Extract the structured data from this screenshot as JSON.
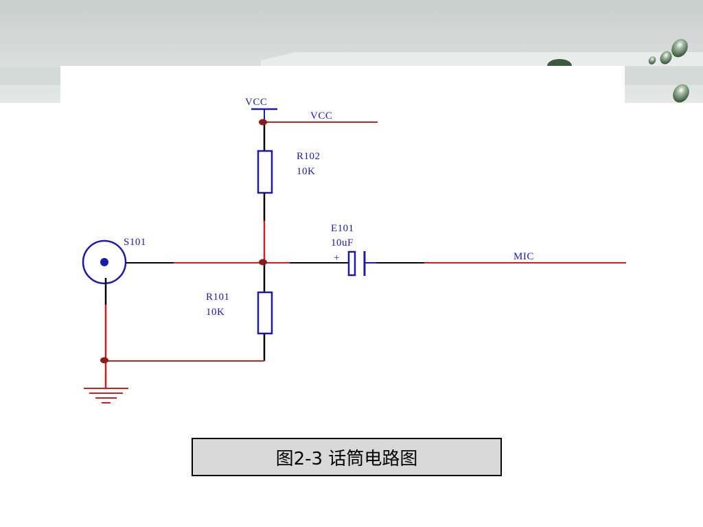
{
  "diagram": {
    "title": "",
    "components": {
      "vcc_symbol": "VCC",
      "vcc_net": "VCC",
      "r102_ref": "R102",
      "r102_value": "10K",
      "e101_ref": "E101",
      "e101_value": "10uF",
      "e101_polarity": "+",
      "s101_ref": "S101",
      "r101_ref": "R101",
      "r101_value": "10K",
      "mic_net": "MIC"
    },
    "colors": {
      "wire_red": "#cc1f1f",
      "wire_black": "#000000",
      "component_blue": "#1a1aaa",
      "junction": "#8b1a1a"
    }
  },
  "caption": "图2-3   话筒电路图"
}
